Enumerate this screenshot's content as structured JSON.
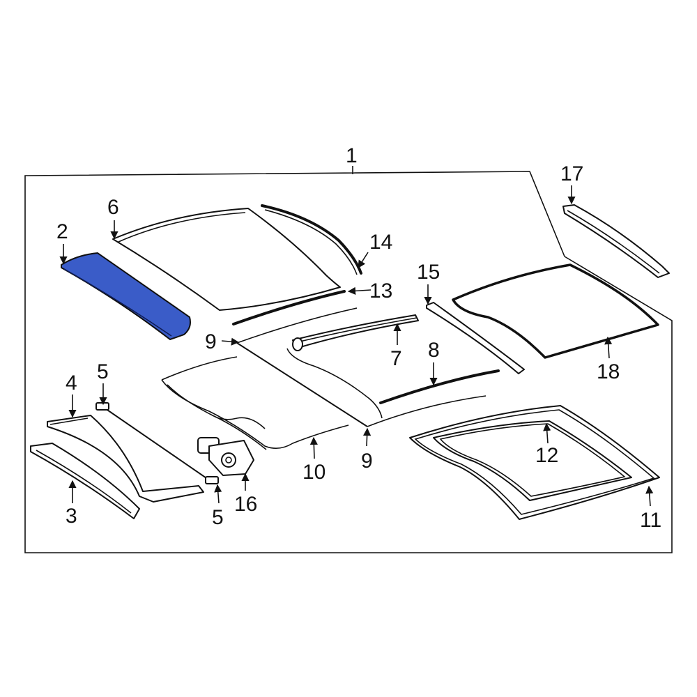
{
  "diagram": {
    "highlight_color": "#3a5cc8",
    "highlighted_part": "2",
    "callouts": {
      "c1": "1",
      "c2": "2",
      "c3": "3",
      "c4": "4",
      "c5a": "5",
      "c5b": "5",
      "c6": "6",
      "c7": "7",
      "c8": "8",
      "c9a": "9",
      "c9b": "9",
      "c10": "10",
      "c11": "11",
      "c12": "12",
      "c13": "13",
      "c14": "14",
      "c15": "15",
      "c16": "16",
      "c17": "17",
      "c18": "18"
    }
  }
}
